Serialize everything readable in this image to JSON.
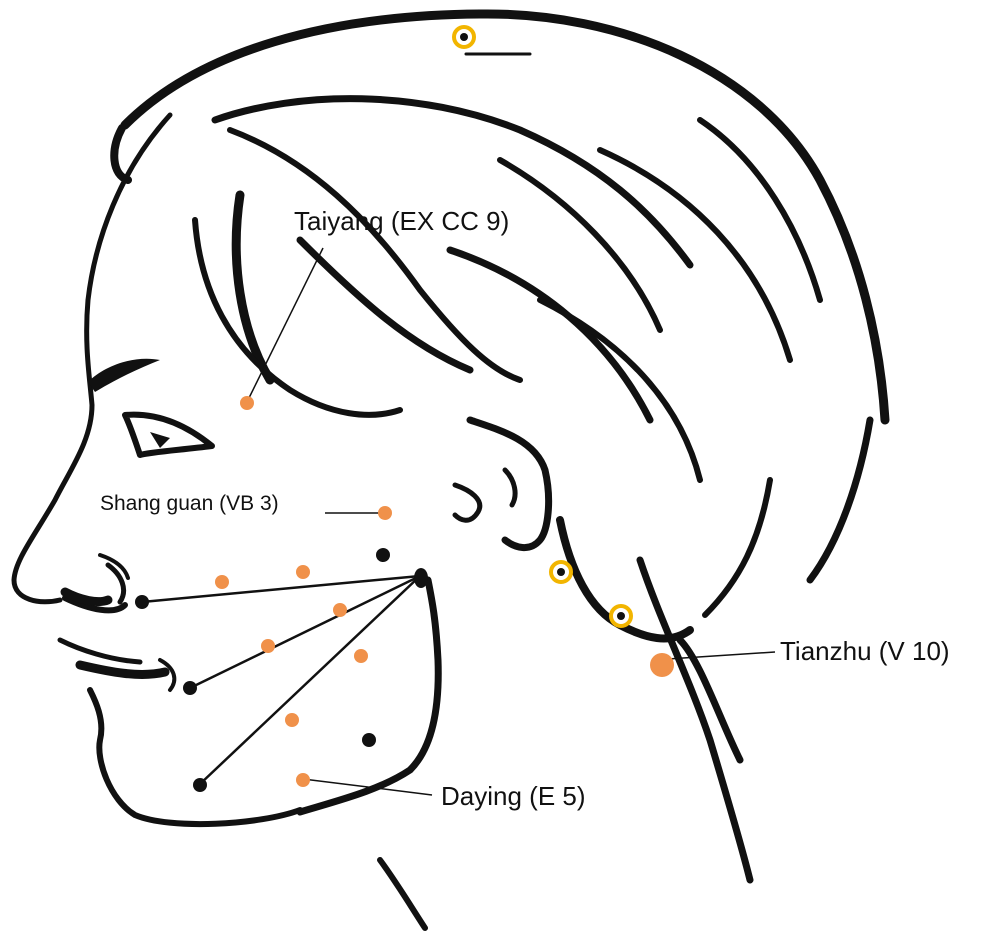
{
  "colors": {
    "ink": "#111111",
    "acupoint_orange": "#f0914a",
    "ring_gold": "#f2b500",
    "background": "#ffffff"
  },
  "labels": {
    "taiyang": "Taiyang (EX CC 9)",
    "shang_guan": "Shang guan (VB 3)",
    "tianzhu": "Tianzhu (V 10)",
    "daying": "Daying (E 5)"
  }
}
